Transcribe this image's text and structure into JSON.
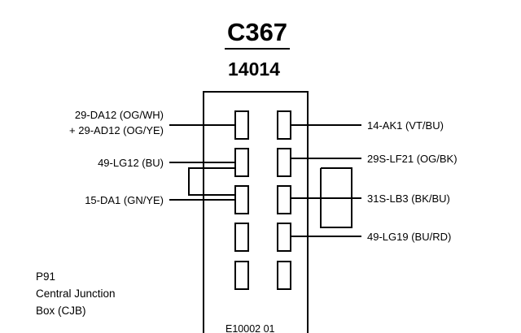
{
  "connector": {
    "id": "C367",
    "part_number": "14014"
  },
  "pins_left": [
    {
      "circuit": "29-DA12 (OG/WH)"
    },
    {
      "circuit": "+ 29-AD12 (OG/YE)"
    },
    {
      "circuit": "49-LG12 (BU)"
    },
    {
      "circuit": "15-DA1 (GN/YE)"
    }
  ],
  "pins_right": [
    {
      "circuit": "14-AK1 (VT/BU)"
    },
    {
      "circuit": "29S-LF21 (OG/BK)"
    },
    {
      "circuit": "31S-LB3 (BK/BU)"
    },
    {
      "circuit": "49-LG19 (BU/RD)"
    }
  ],
  "location": {
    "code": "P91",
    "line1": "Central Junction",
    "line2": "Box (CJB)"
  },
  "figure_number": "E10002 01"
}
